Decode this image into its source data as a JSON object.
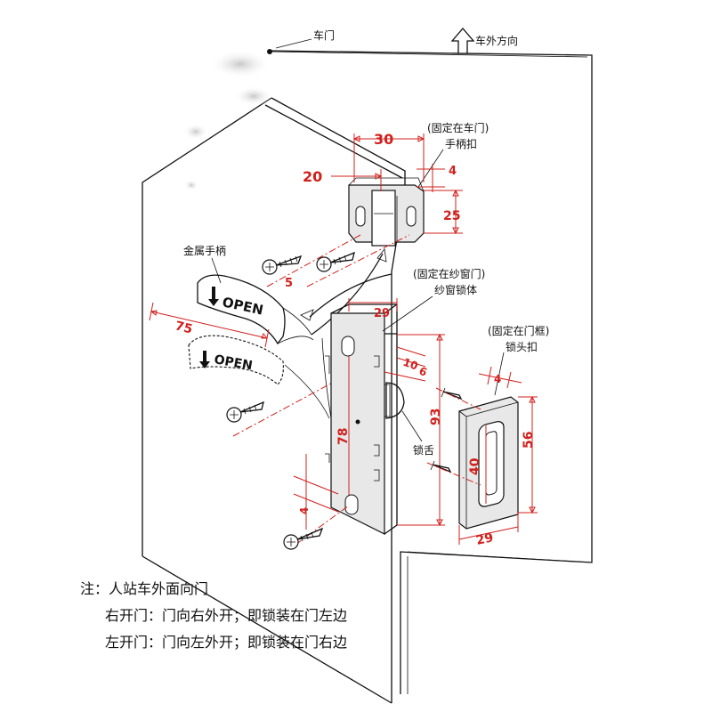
{
  "labels": {
    "car_door": "车门",
    "outside_direction": "车外方向",
    "handle_fixed": "(固定在车门)",
    "handle_buckle": "手柄扣",
    "metal_handle": "金属手柄",
    "body_fixed": "(固定在纱窗门)",
    "screen_lock_body": "纱窗锁体",
    "frame_fixed": "(固定在门框)",
    "lock_head_buckle": "锁头扣",
    "latch": "锁舌",
    "open_1": "OPEN",
    "open_2": "OPEN"
  },
  "dimensions": {
    "d30": "30",
    "d20": "20",
    "d4_top": "4",
    "d25": "25",
    "d5": "5",
    "d75": "75",
    "d29_body": "29",
    "d10": "10",
    "d6": "6",
    "d93": "93",
    "d78": "78",
    "d4_body": "4",
    "d4_strike": "4",
    "d56": "56",
    "d40": "40",
    "d29_strike": "29"
  },
  "notes": {
    "line1": "注：人站车外面向门",
    "line2": "右开门：门向右外开；即锁装在门左边",
    "line3": "左开门：门向左外开；即锁装在门右边"
  }
}
